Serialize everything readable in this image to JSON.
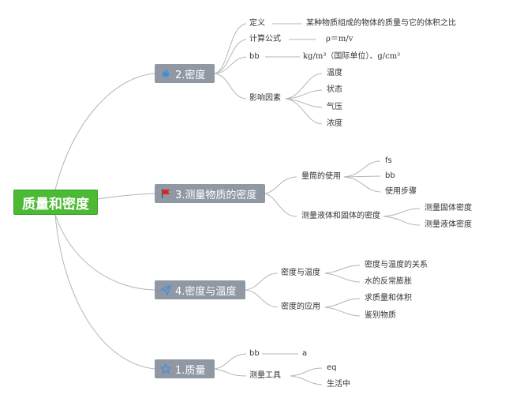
{
  "root": {
    "label": "质量和密度"
  },
  "branches": {
    "density": {
      "label": "2.密度",
      "icon": "flame-icon",
      "definition": {
        "label": "定义",
        "value": "某种物质组成的物体的质量与它的体积之比"
      },
      "formula": {
        "label": "计算公式",
        "value": "ρ＝m/v"
      },
      "unit": {
        "label": "bb",
        "value": "kg/m³（国际单位）、g/cm³"
      },
      "factors": {
        "label": "影响因素",
        "items": [
          "温度",
          "状态",
          "气压",
          "浓度"
        ]
      }
    },
    "measure": {
      "label": "3.测量物质的密度",
      "icon": "red-flag-icon",
      "cylinder": {
        "label": "量筒的使用",
        "items": [
          "fs",
          "bb",
          "使用步骤"
        ]
      },
      "liquid_solid": {
        "label": "测量液体和固体的密度",
        "items": [
          "测量固体密度",
          "测量液体密度"
        ]
      }
    },
    "temperature": {
      "label": "4.密度与温度",
      "icon": "paper-plane-icon",
      "relation": {
        "label": "密度与温度",
        "items": [
          "密度与温度的关系",
          "水的反常膨胀"
        ]
      },
      "application": {
        "label": "密度的应用",
        "items": [
          "求质量和体积",
          "鉴别物质"
        ]
      }
    },
    "mass": {
      "label": "1.质量",
      "icon": "star-icon",
      "bb": {
        "label": "bb",
        "value": "a"
      },
      "tools": {
        "label": "测量工具",
        "items": [
          "eq",
          "生活中"
        ]
      }
    }
  },
  "colors": {
    "root": "#4cba35",
    "branch": "#8f98a3",
    "line": "#b5b5b5",
    "flag": "#e0251b",
    "icon": "#3d8fe0"
  }
}
